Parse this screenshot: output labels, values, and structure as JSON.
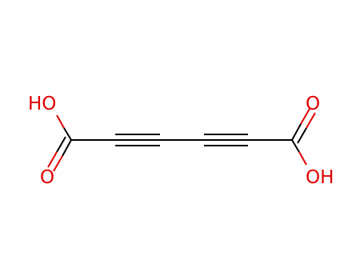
{
  "molecule": {
    "labels": {
      "hydroxyl_left": "HO",
      "carbonyl_left": "O",
      "carbonyl_right": "O",
      "hydroxyl_right": "OH"
    },
    "colors": {
      "bond": "#000000",
      "heteroatom": "#e00000",
      "background": "#ffffff"
    }
  }
}
